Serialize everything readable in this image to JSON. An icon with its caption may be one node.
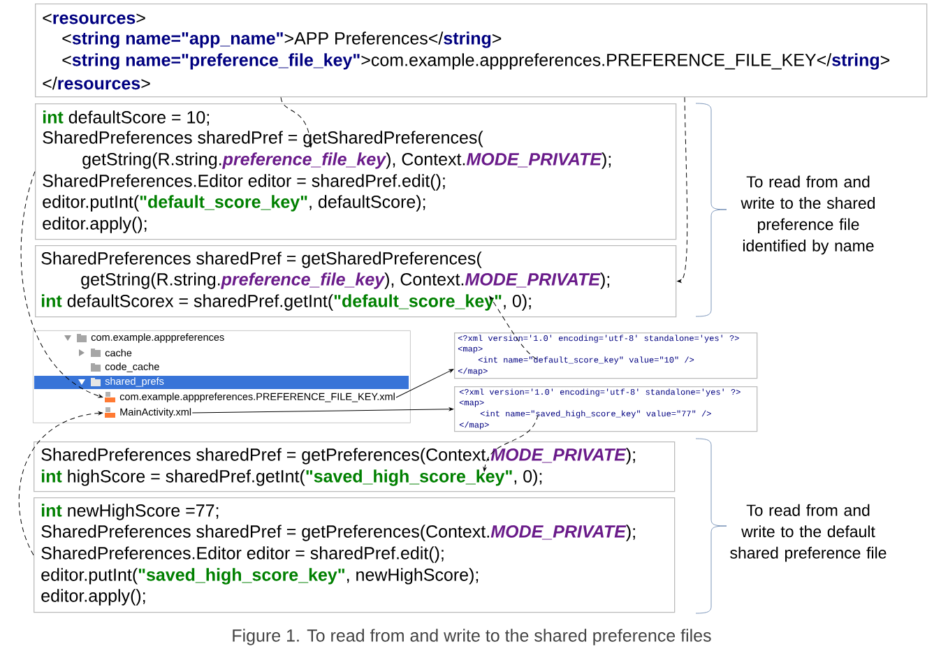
{
  "diagram": {
    "caption": "Figure 1. To read from and write to the shared preference files",
    "nodes": [
      {
        "text": [
          "<**resources**>",
          "<**string** **name=\"app_name\"**>APP Preferences</**string**>",
          "<**string** **name=\"preference_file_key\"**>com.example.apppreferences.PREFERENCE_FILE_KEY</**string**>",
          "</**resources**>"
        ]
      },
      {
        "text": [
          "**int** defaultScore = 10;",
          "SharedPreferences sharedPref = getSharedPreferences(",
          "getString(R.string.*preference_file_key*), Context.*MODE_PRIVATE*);",
          "SharedPreferences.Editor editor = sharedPref.edit();",
          "editor.putInt(**\"default_score_key\"**, defaultScore);",
          "editor.apply();"
        ]
      },
      {
        "text": [
          "SharedPreferences sharedPref = getSharedPreferences(",
          "getString(R.string.*preference_file_key*), Context.*MODE_PRIVATE*);",
          "**int** defaultScorex = sharedPref.getInt(**\"default_score_key\"**, 0);"
        ]
      },
      {
        "text": [],
        "shape": "box"
      },
      {
        "text": [
          "com.example.apppreferences.PREFERENCE_FILE_KEY.xml"
        ],
        "in": 3
      },
      {
        "text": [
          "MainActivity.xml"
        ],
        "in": 3
      },
      {
        "text": [
          "<?xml version='1.0' encoding='utf-8' standalone='yes' ?>",
          "<map>",
          "<int name=\"default_score_key\" value=\"10\" />",
          "</map>"
        ]
      },
      {
        "text": [
          "<?xml version='1.0' encoding='utf-8' standalone='yes' ?>",
          "<map>",
          "<int name=\"saved_high_score_key\" value=\"77\" />",
          "</map>"
        ]
      },
      {
        "text": [
          "SharedPreferences sharedPref = getPreferences(Context.*MODE_PRIVATE*);",
          "**int** highScore = sharedPref.getInt(**\"saved_high_score_key\"**, 0);"
        ]
      },
      {
        "text": [
          "**int** newHighScore =77;",
          "SharedPreferences sharedPref = getPreferences(Context.*MODE_PRIVATE*);",
          "SharedPreferences.Editor editor = sharedPref.edit();",
          "editor.putInt(**\"saved_high_score_key\"**, newHighScore);",
          "editor.apply();"
        ]
      }
    ],
    "edges": [
      {
        "from": 0,
        "to": 1,
        "arrow": "to",
        "style": "dashed"
      },
      {
        "from": 0,
        "to": 2,
        "arrow": "to",
        "style": "dashed"
      },
      {
        "from": 1,
        "to": 4,
        "arrow": "to",
        "style": "dashed"
      },
      {
        "from": 9,
        "to": 5,
        "arrow": "to",
        "style": "dashed"
      },
      {
        "from": 4,
        "to": 6,
        "arrow": "to"
      },
      {
        "from": 5,
        "to": 7,
        "arrow": "to"
      },
      {
        "from": 6,
        "to": 2,
        "arrow": "to",
        "style": "dashed"
      },
      {
        "from": 7,
        "to": 8,
        "arrow": "to",
        "style": "dashed"
      }
    ],
    "labels": [
      "To read from and write to the shared preference file identified by name",
      "com.example.apppreferences",
      "cache",
      "code_cache",
      "shared_prefs",
      "To read from and write to the default shared preference file"
    ]
  }
}
